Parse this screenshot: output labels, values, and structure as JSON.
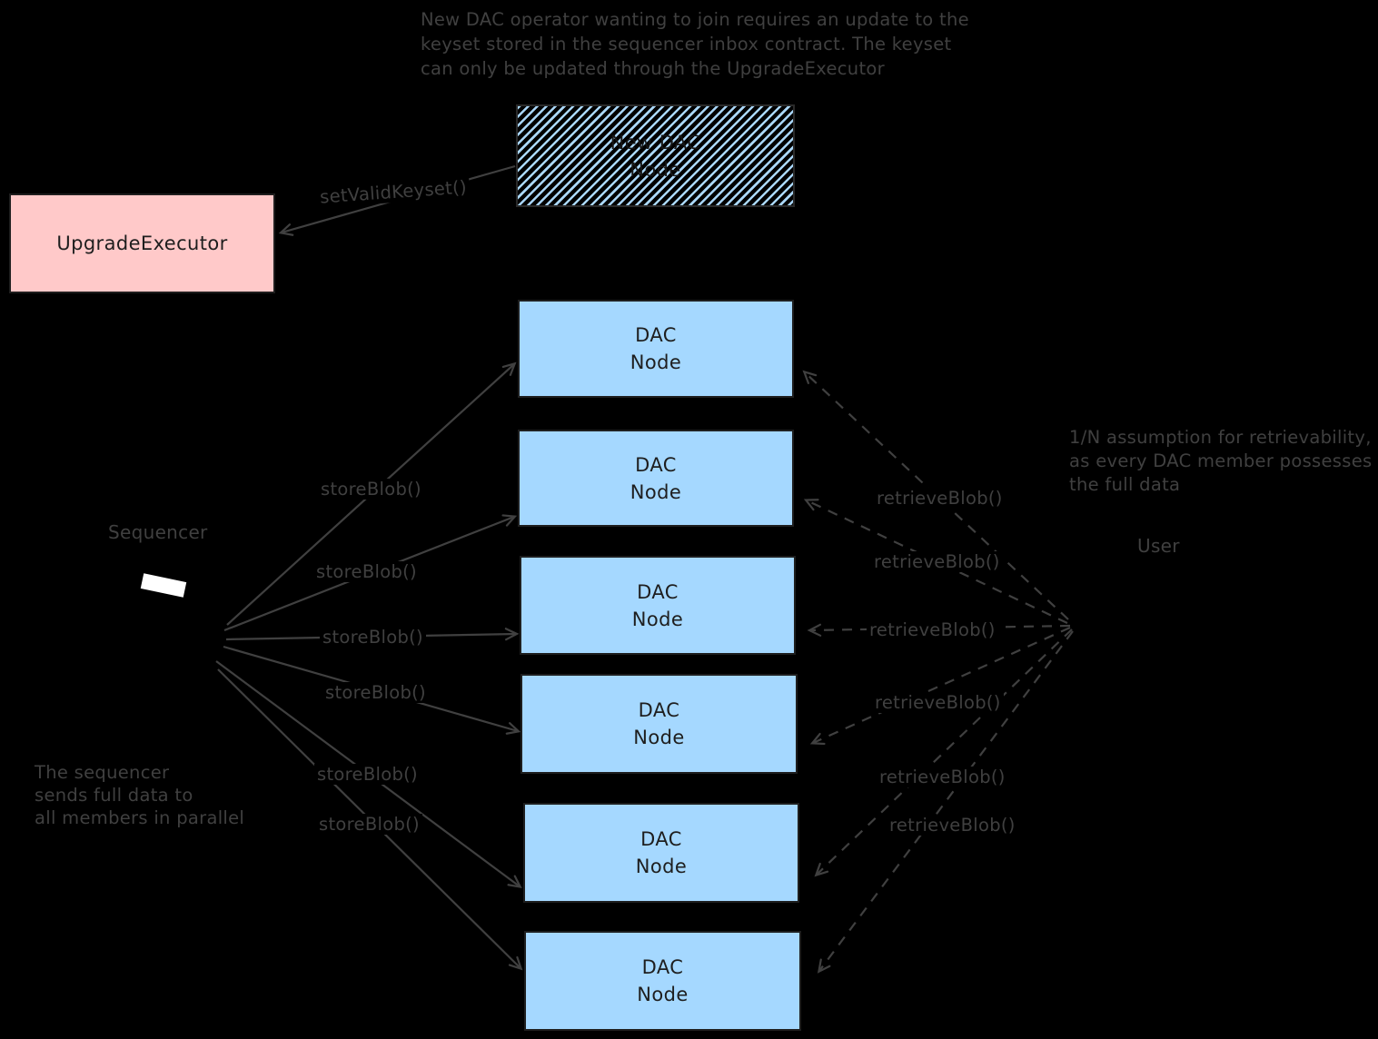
{
  "colors": {
    "background": "#000000",
    "ink": "#404040",
    "box_text": "#1e1e1e",
    "dac_node_fill": "#a5d8ff",
    "upgrade_executor_fill": "#ffc9c9",
    "hatch_stripe": "#a9d6f7",
    "sequencer_screen": "#ffffff"
  },
  "top_note": {
    "lines": [
      "New DAC operator wanting to join requires an update to the",
      "keyset stored in the sequencer inbox contract. The keyset",
      "can only be updated through the UpgradeExecutor"
    ]
  },
  "new_dac_node": {
    "line1": "New DAC",
    "line2": "Node"
  },
  "upgrade_executor": {
    "label": "UpgradeExecutor"
  },
  "set_valid_keyset_label": "setValidKeyset()",
  "sequencer": {
    "label": "Sequencer"
  },
  "sequencer_note": {
    "lines": [
      "The sequencer",
      "sends full data to",
      "all members in parallel"
    ]
  },
  "dac_nodes": [
    {
      "line1": "DAC",
      "line2": "Node"
    },
    {
      "line1": "DAC",
      "line2": "Node"
    },
    {
      "line1": "DAC",
      "line2": "Node"
    },
    {
      "line1": "DAC",
      "line2": "Node"
    },
    {
      "line1": "DAC",
      "line2": "Node"
    },
    {
      "line1": "DAC",
      "line2": "Node"
    }
  ],
  "store_blob_labels": [
    "storeBlob()",
    "storeBlob()",
    "storeBlob()",
    "storeBlob()",
    "storeBlob()",
    "storeBlob()"
  ],
  "retrieve_blob_labels": [
    "retrieveBlob()",
    "retrieveBlob()",
    "retrieveBlob()",
    "retrieveBlob()",
    "retrieveBlob()",
    "retrieveBlob()"
  ],
  "user": {
    "label": "User"
  },
  "user_note": {
    "lines": [
      "1/N assumption for retrievability,",
      "as every DAC member possesses",
      "the full data"
    ]
  }
}
